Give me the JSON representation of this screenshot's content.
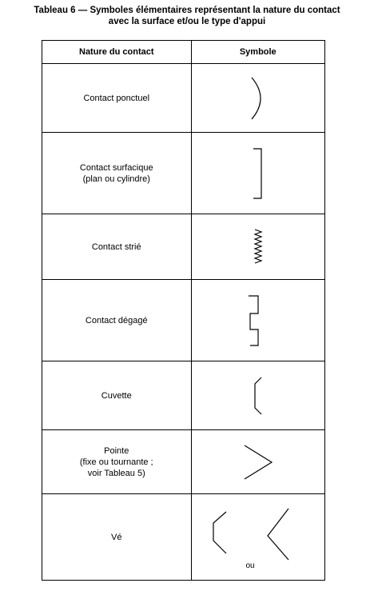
{
  "caption": {
    "line1": "Tableau 6 — Symboles élémentaires représentant la nature du contact",
    "line2": "avec la surface et/ou le type d'appui"
  },
  "table": {
    "headers": [
      "Nature du contact",
      "Symbole"
    ],
    "rows": [
      {
        "label_lines": [
          "Contact ponctuel"
        ],
        "symbol": "arc-symbol"
      },
      {
        "label_lines": [
          "Contact surfacique",
          "(plan ou cylindre)"
        ],
        "symbol": "bracket-symbol"
      },
      {
        "label_lines": [
          "Contact strié"
        ],
        "symbol": "zigzag-symbol"
      },
      {
        "label_lines": [
          "Contact dégagé"
        ],
        "symbol": "stepped-bracket-symbol"
      },
      {
        "label_lines": [
          "Cuvette"
        ],
        "symbol": "cup-symbol"
      },
      {
        "label_lines": [
          "Pointe",
          "(fixe ou tournante ;",
          "voir Tableau 5)"
        ],
        "symbol": "point-symbol"
      },
      {
        "label_lines": [
          "Vé"
        ],
        "symbol": "vee-symbol",
        "symbol_text": "ou"
      }
    ]
  }
}
